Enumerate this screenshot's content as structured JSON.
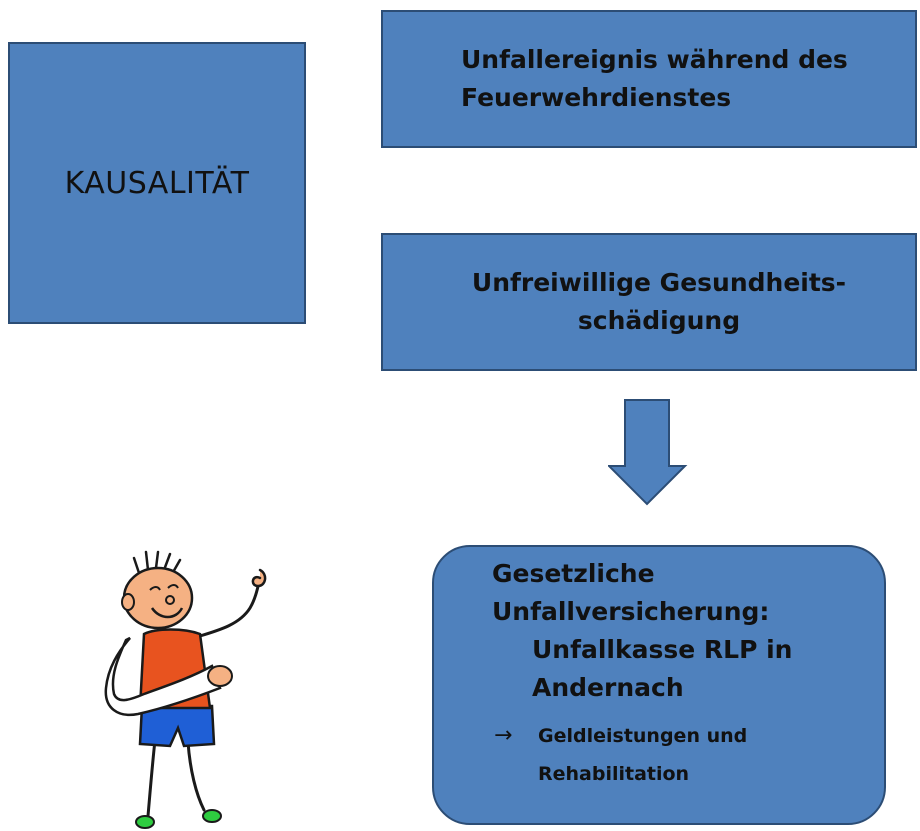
{
  "kausalitaet": {
    "label": "KAUSALITÄT"
  },
  "event": {
    "line1": "Unfallereignis während des",
    "line2": "Feuerwehrdienstes"
  },
  "damage": {
    "line1": "Unfreiwillige Gesundheits-",
    "line2": "schädigung"
  },
  "insurance": {
    "line1": "Gesetzliche",
    "line2": "Unfallversicherung:",
    "line3": "Unfallkasse RLP in",
    "line4": "Andernach",
    "arrow": "→",
    "line5": "Geldleistungen und",
    "line6": "Rehabilitation"
  },
  "colors": {
    "box_fill": "#4f81bd",
    "box_border": "#2c4d75"
  },
  "icons": {
    "down_arrow": "arrow-down-icon",
    "kid": "injured-kid-illustration"
  }
}
